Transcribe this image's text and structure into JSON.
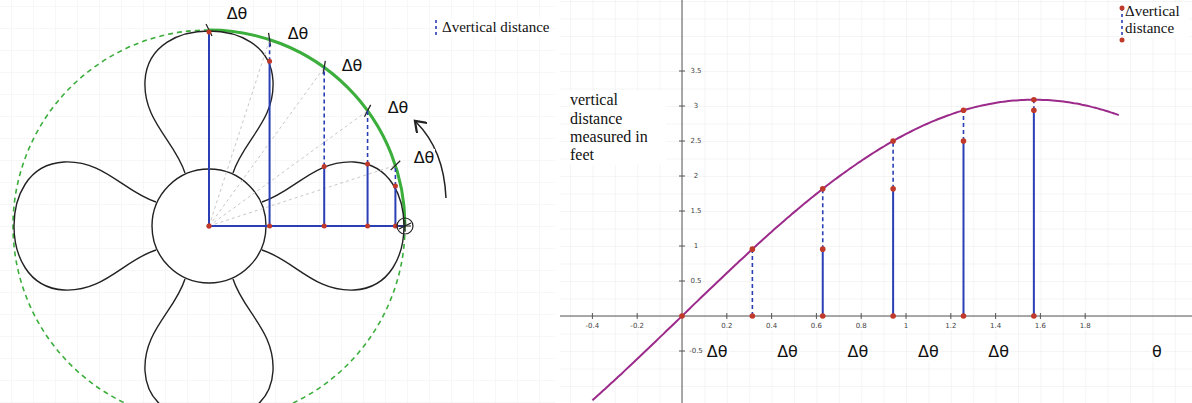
{
  "diagram": {
    "labels": [
      "Δθ",
      "Δθ",
      "Δθ",
      "Δθ",
      "Δθ",
      "vertical distance measured in feet",
      "Δθ",
      "Δθ",
      "Δθ",
      "Δθ",
      "Δθ",
      "θ",
      "3.5",
      "3",
      "2.5",
      "2",
      "1.5",
      "1",
      "0.5",
      "-0.5",
      "-0.4",
      "-0.2",
      "0.2",
      "0.4",
      "0.6",
      "0.8",
      "1",
      "1.2",
      "1.4",
      "1.6",
      "1.8"
    ],
    "legend": [
      {
        "text": "Δvertical distance"
      },
      {
        "text": "Δvertical distance"
      }
    ]
  }
}
